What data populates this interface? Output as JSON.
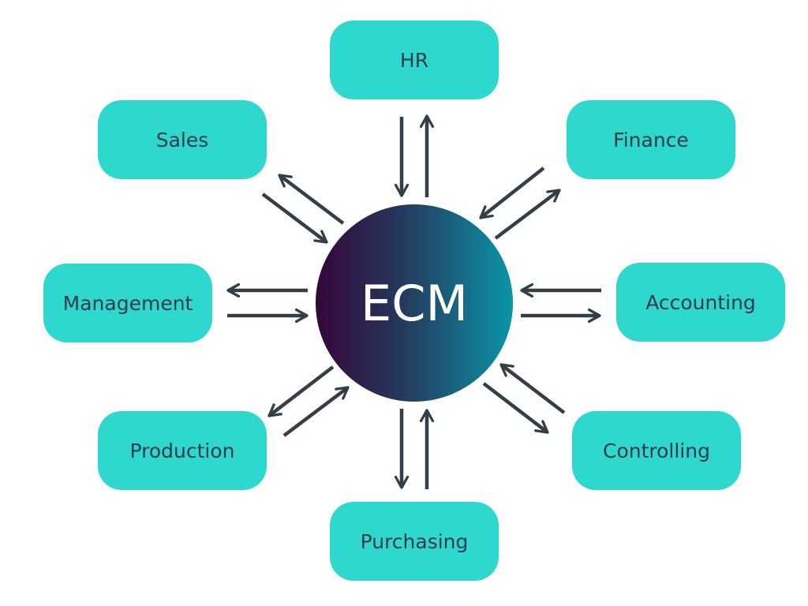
{
  "center": {
    "label": "ECM"
  },
  "departments": {
    "hr": "HR",
    "sales": "Sales",
    "finance": "Finance",
    "management": "Management",
    "accounting": "Accounting",
    "production": "Production",
    "controlling": "Controlling",
    "purchasing": "Purchasing"
  },
  "colors": {
    "box": "#2ed8cf",
    "text": "#2e3d48",
    "arrow": "#333f48",
    "hub_start": "#35063a",
    "hub_end": "#0a94a6"
  }
}
